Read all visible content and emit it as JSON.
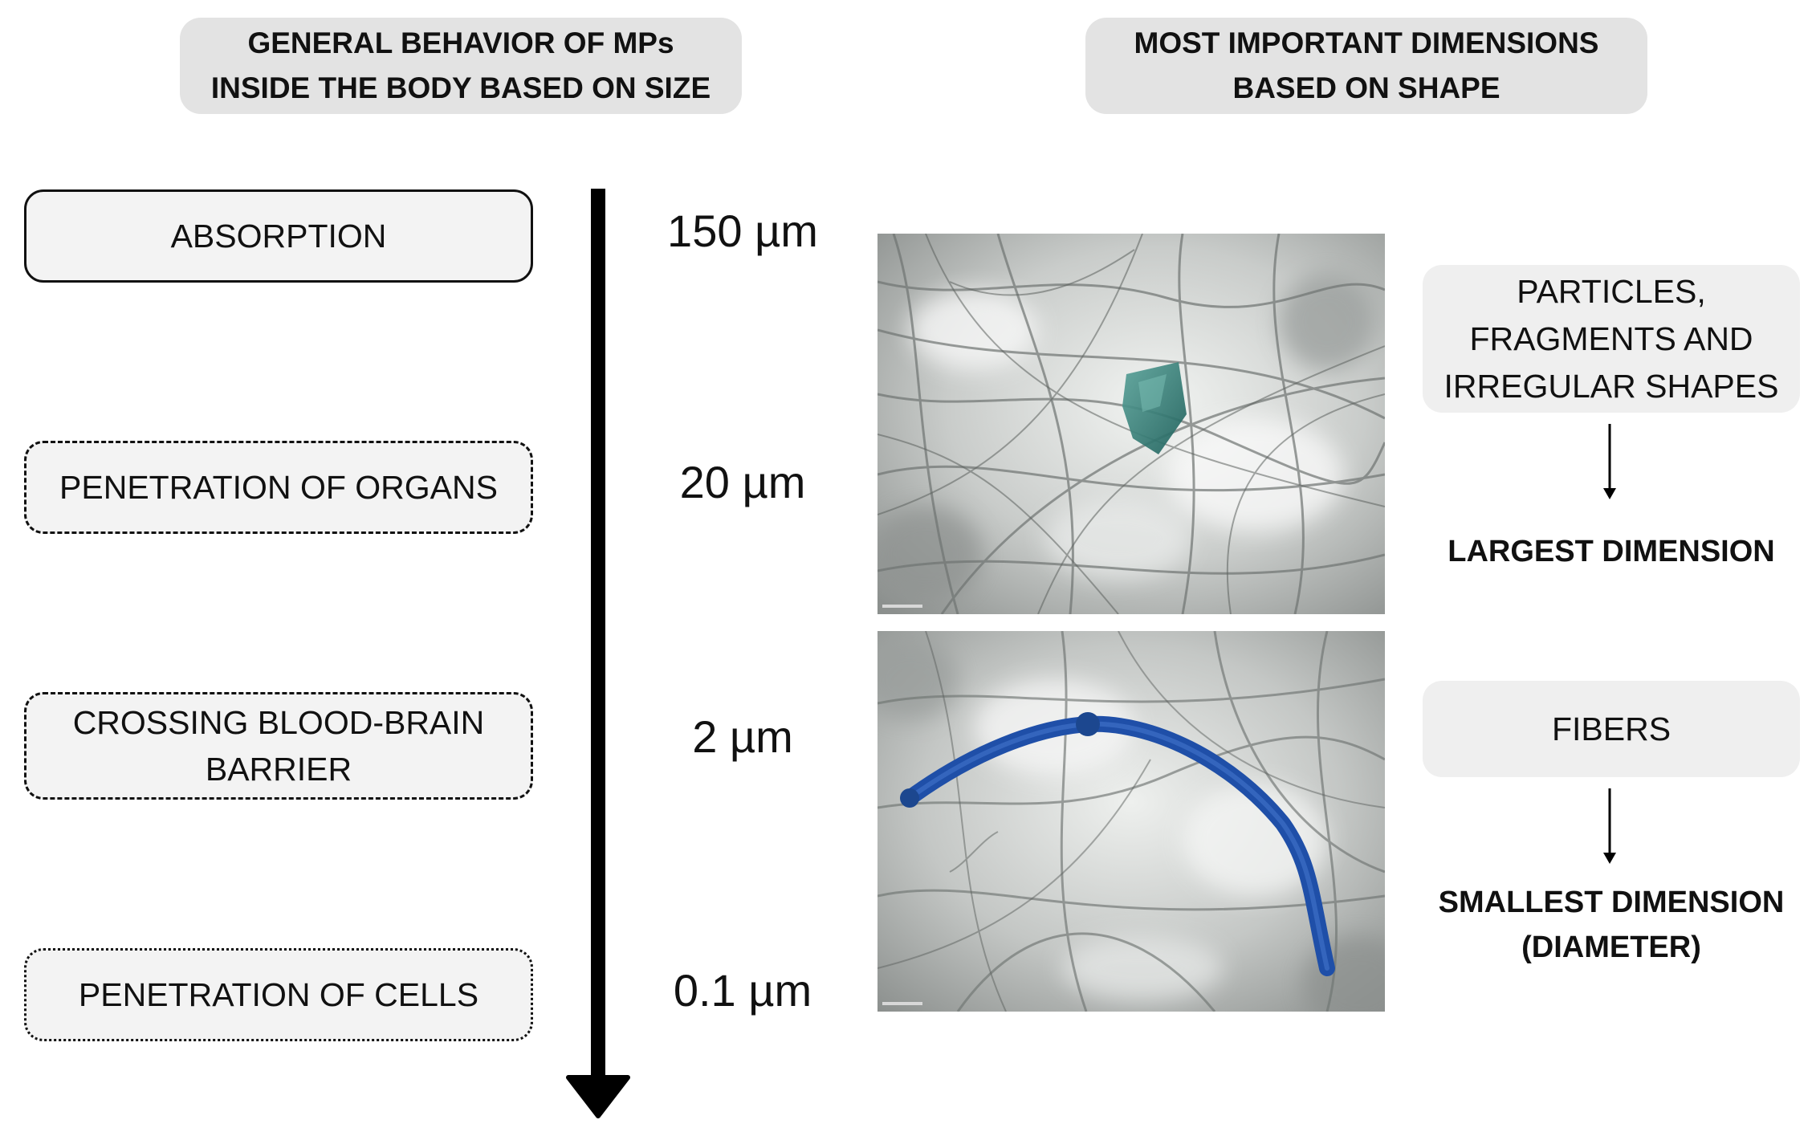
{
  "headers": {
    "left": [
      "GENERAL BEHAVIOR OF MPs",
      "INSIDE THE BODY BASED ON SIZE"
    ],
    "right": [
      "MOST IMPORTANT DIMENSIONS",
      "BASED ON SHAPE"
    ]
  },
  "stages": [
    {
      "lines": [
        "ABSORPTION"
      ],
      "border": "solid"
    },
    {
      "lines": [
        "PENETRATION OF ORGANS"
      ],
      "border": "dashed"
    },
    {
      "lines": [
        "CROSSING BLOOD-BRAIN",
        "BARRIER"
      ],
      "border": "dashed"
    },
    {
      "lines": [
        "PENETRATION OF CELLS"
      ],
      "border": "dotted"
    }
  ],
  "sizes": [
    "150 µm",
    "20 µm",
    "2 µm",
    "0.1 µm"
  ],
  "shapes": [
    {
      "lines": [
        "PARTICLES,",
        "FRAGMENTS AND",
        "IRREGULAR SHAPES"
      ],
      "dimension": [
        "LARGEST DIMENSION"
      ]
    },
    {
      "lines": [
        "FIBERS"
      ],
      "dimension": [
        "SMALLEST DIMENSION",
        "(DIAMETER)"
      ]
    }
  ],
  "colors": {
    "header_bg": "#e3e3e3",
    "box_bg": "#f3f3f3",
    "fragment": "#2f7f78",
    "fiber": "#1f4fa8"
  }
}
